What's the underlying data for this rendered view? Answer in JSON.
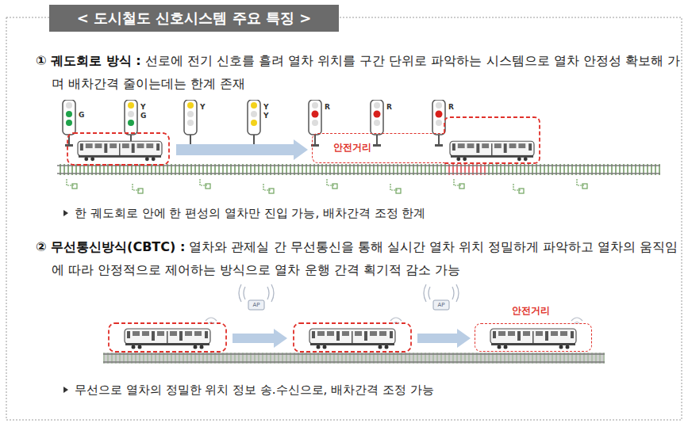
{
  "diagram": {
    "title": "< 도시철도 신호시스템 주요 특징 >",
    "nodes": [
      {
        "text": [
          "안전거리"
        ]
      },
      {
        "text": [
          "안전거리"
        ]
      }
    ],
    "labels": [
      "① 궤도회로 방식 :",
      "선로에 전기 신호를 흘려 열차 위치를 구간 단위로 파악하는 시스템으로 열차 안정성 확보해 가며 배차간격 줄이는데는 한계 존재",
      "G",
      "Y",
      "G",
      "Y",
      "Y",
      "Y",
      "R",
      "R",
      "R",
      "한 궤도회로 안에 한 편성의 열차만 진입 가능, 배차간격 조정 한계",
      "② 무선통신방식(CBTC) :",
      "열차와 관제실 간 무선통신을 통해 실시간 열차 위치 정밀하게 파악하고 열차의 움직임에 따라 안정적으로 제어하는 방식으로 열차 운행 간격 획기적 감소 가능",
      "AP",
      "AP",
      "무선으로 열차의 정밀한 위치 정보 송.수신으로, 배차간격 조정 가능"
    ]
  }
}
